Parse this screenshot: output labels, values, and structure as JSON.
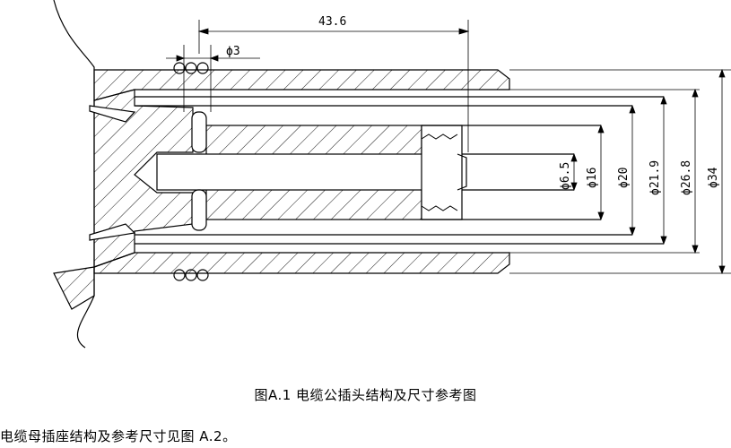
{
  "drawing": {
    "dims": {
      "length": "43.6",
      "pin_width": "ϕ3",
      "d1": "ϕ6.5",
      "d2": "ϕ16",
      "d3": "ϕ20",
      "d4": "ϕ21.9",
      "d5": "ϕ26.8",
      "d6": "ϕ34"
    }
  },
  "caption": "图A.1 电缆公插头结构及尺寸参考图",
  "text_line": "电缆母插座结构及参考尺寸见图 A.2。"
}
